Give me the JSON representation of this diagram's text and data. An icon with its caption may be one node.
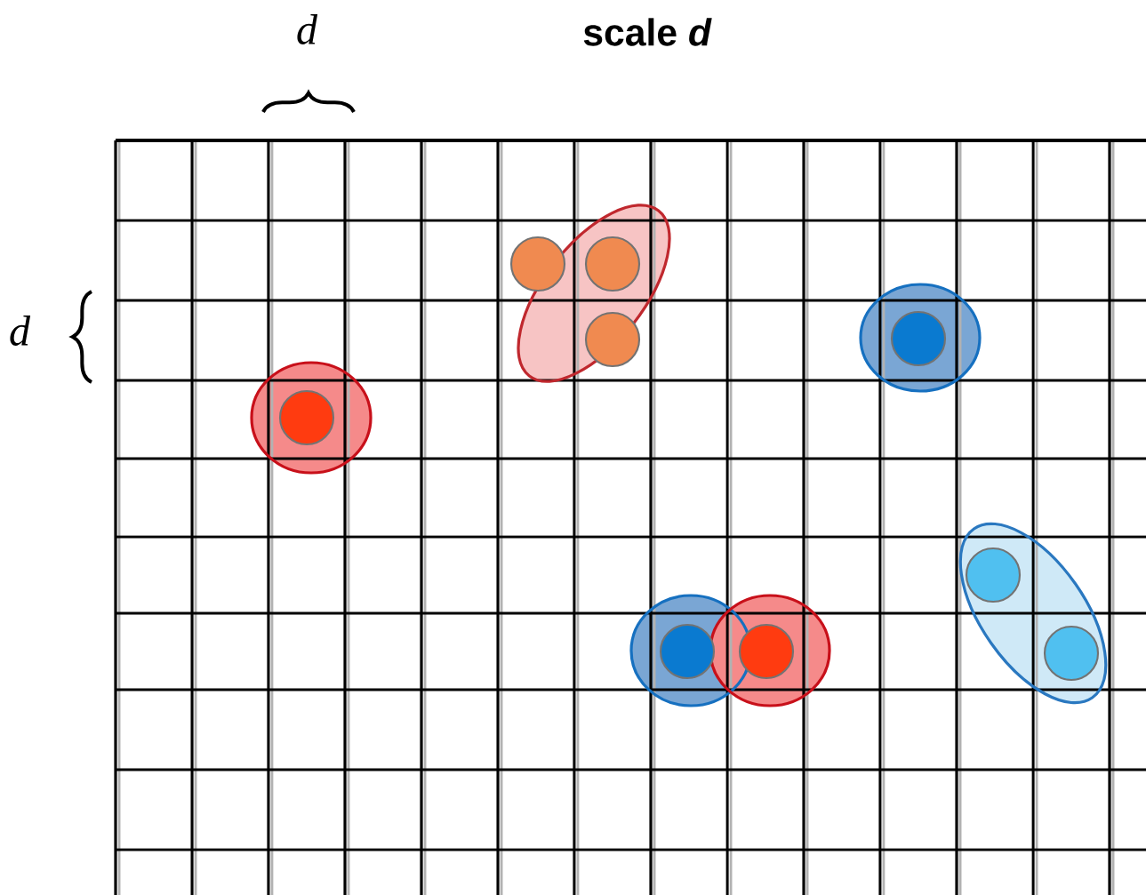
{
  "diagram": {
    "title": "scale *d*",
    "labels": [
      "d",
      "d"
    ]
  }
}
